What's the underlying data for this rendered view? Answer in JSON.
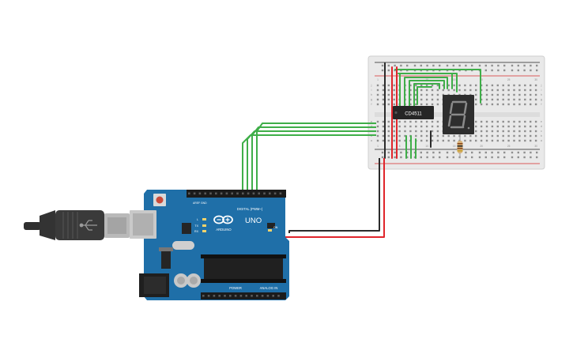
{
  "arduino": {
    "brand": "ARDUINO",
    "model": "UNO",
    "digital_label": "DIGITAL (PWM~)",
    "power_label": "POWER",
    "analog_label": "ANALOG IN",
    "on_label": "ON",
    "tx_label": "TX",
    "rx_label": "RX",
    "l_label": "L",
    "aref_label": "AREF",
    "gnd_label": "GND"
  },
  "breadboard": {
    "column_numbers": [
      "1",
      "5",
      "10",
      "15",
      "20",
      "25",
      "30"
    ],
    "row_letters_top": [
      "j",
      "i",
      "h",
      "g",
      "f"
    ],
    "row_letters_bottom": [
      "e",
      "d",
      "c",
      "b",
      "a"
    ]
  },
  "ic": {
    "label": "CD4511"
  },
  "display": {
    "digit": "8"
  },
  "colors": {
    "board": "#1f6fa8",
    "board_dark": "#155a8a",
    "wire_green": "#3fae49",
    "wire_red": "#e0252b",
    "wire_black": "#2b2b2b",
    "breadboard": "#e9e9e9",
    "usb": "#3a3a3a"
  }
}
